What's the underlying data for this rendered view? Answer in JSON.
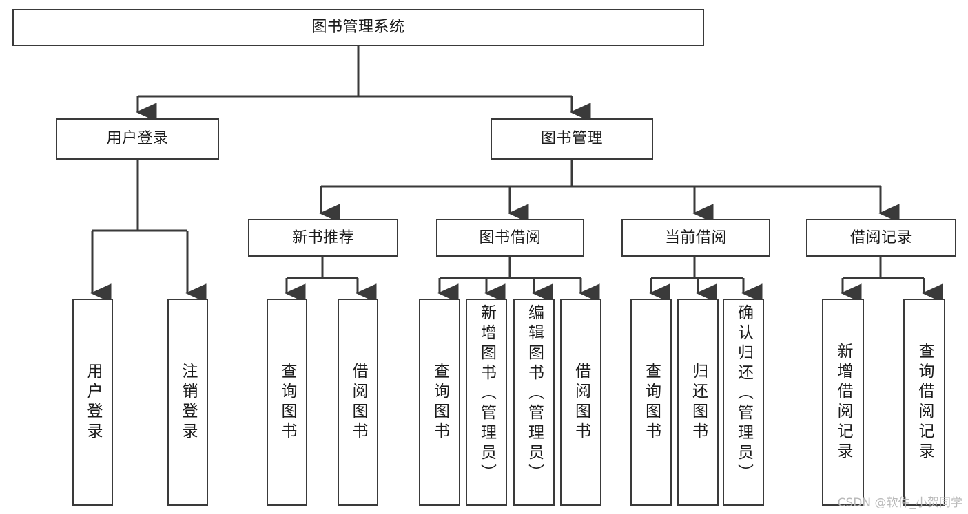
{
  "diagram": {
    "title": "图书管理系统",
    "type": "tree-hierarchy",
    "watermark": "CSDN @软件_小贺同学",
    "colors": {
      "box_border": "#3a3a3a",
      "box_fill": "#ffffff",
      "connector": "#3a3a3a",
      "text": "#1b1b1b",
      "watermark": "#b9b9b9"
    },
    "root": {
      "label": "图书管理系统"
    },
    "level2": [
      {
        "label": "用户登录"
      },
      {
        "label": "图书管理"
      }
    ],
    "level3": [
      {
        "label": "新书推荐"
      },
      {
        "label": "图书借阅"
      },
      {
        "label": "当前借阅"
      },
      {
        "label": "借阅记录"
      }
    ],
    "leaves": {
      "user_login": [
        {
          "label": "用户登录"
        },
        {
          "label": "注销登录"
        }
      ],
      "new_book_recommend": [
        {
          "label": "查询图书"
        },
        {
          "label": "借阅图书"
        }
      ],
      "book_borrow": [
        {
          "label": "查询图书"
        },
        {
          "label": "新增图书（管理员）"
        },
        {
          "label": "编辑图书（管理员）"
        },
        {
          "label": "借阅图书"
        }
      ],
      "current_borrow": [
        {
          "label": "查询图书"
        },
        {
          "label": "归还图书"
        },
        {
          "label": "确认归还（管理员）"
        }
      ],
      "borrow_record": [
        {
          "label": "新增借阅记录"
        },
        {
          "label": "查询借阅记录"
        }
      ]
    }
  }
}
